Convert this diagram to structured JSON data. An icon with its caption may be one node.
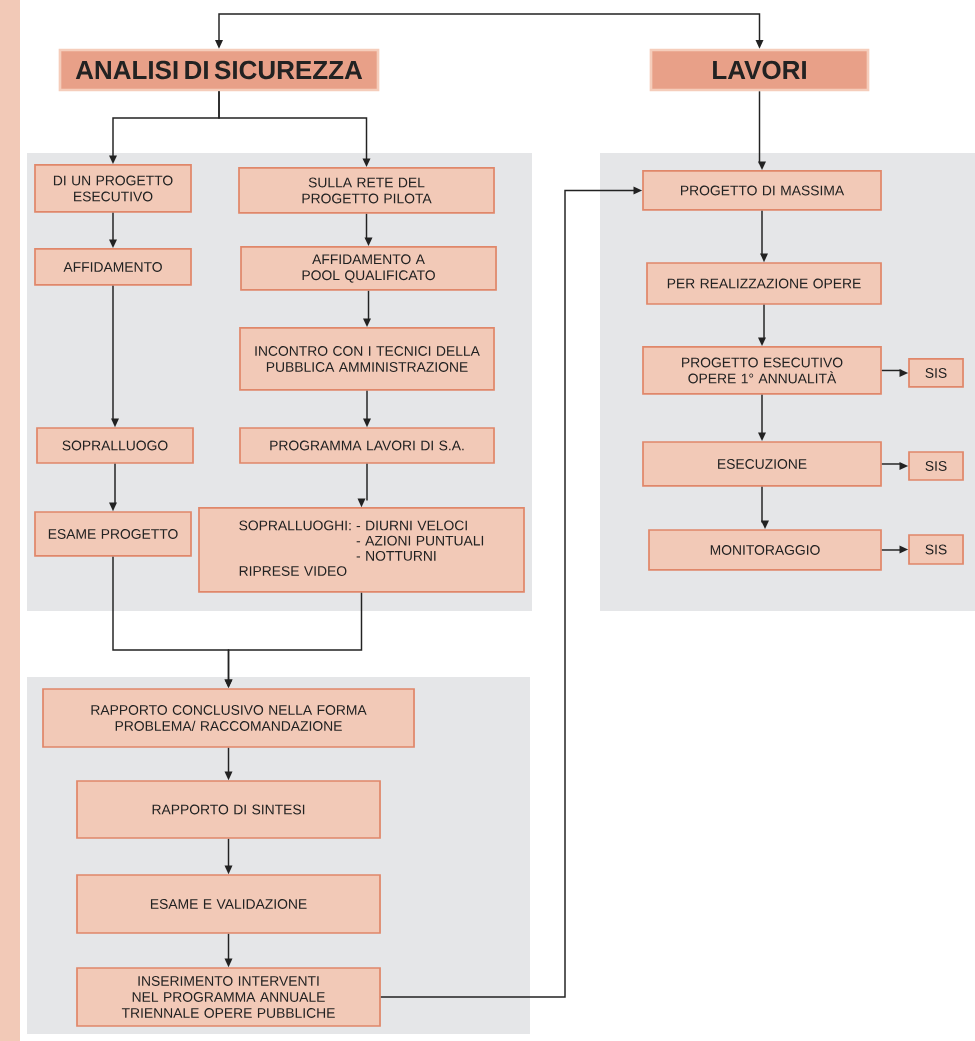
{
  "diagram": {
    "nodes": [
      {
        "text": [
          "ANALISI DI SICUREZZA"
        ]
      },
      {
        "text": [
          "LAVORI"
        ]
      },
      {
        "text": [],
        "shape": "box"
      },
      {
        "text": [
          "DI UN PROGETTO ESECUTIVO"
        ],
        "in": 2
      },
      {
        "text": [
          "SULLA RETE DEL PROGETTO PILOTA"
        ],
        "in": 2
      },
      {
        "text": [
          "AFFIDAMENTO"
        ],
        "in": 2
      },
      {
        "text": [
          "AFFIDAMENTO A POOL QUALIFICATO"
        ],
        "in": 2
      },
      {
        "text": [
          "INCONTRO CON I TECNICI DELLA PUBBLICA AMMINISTRAZIONE"
        ],
        "in": 2
      },
      {
        "text": [
          "SOPRALLUOGO"
        ],
        "in": 2
      },
      {
        "text": [
          "PROGRAMMA LAVORI DI S.A."
        ],
        "in": 2
      },
      {
        "text": [
          "ESAME PROGETTO"
        ],
        "in": 2
      },
      {
        "text": [
          "SOPRALLUOGHI:",
          "- DIURNI VELOCI",
          "- AZIONI PUNTUALI",
          "- NOTTURNI",
          "RIPRESE VIDEO"
        ],
        "in": 2
      },
      {
        "text": [],
        "shape": "box"
      },
      {
        "text": [
          "PROGETTO DI MASSIMA"
        ],
        "in": 12
      },
      {
        "text": [
          "PER REALIZZAZIONE OPERE"
        ],
        "in": 12
      },
      {
        "text": [
          "PROGETTO ESECUTIVO OPERE 1° ANNUALITÀ"
        ],
        "in": 12
      },
      {
        "text": [
          "SIS"
        ],
        "in": 12
      },
      {
        "text": [
          "ESECUZIONE"
        ],
        "in": 12
      },
      {
        "text": [
          "SIS"
        ],
        "in": 12
      },
      {
        "text": [
          "MONITORAGGIO"
        ],
        "in": 12
      },
      {
        "text": [
          "SIS"
        ],
        "in": 12
      },
      {
        "text": [],
        "shape": "box"
      },
      {
        "text": [
          "RAPPORTO CONCLUSIVO NELLA FORMA PROBLEMA/ RACCOMANDAZIONE"
        ],
        "in": 21
      },
      {
        "text": [
          "RAPPORTO DI SINTESI"
        ],
        "in": 21
      },
      {
        "text": [
          "ESAME E VALIDAZIONE"
        ],
        "in": 21
      },
      {
        "text": [
          "INSERIMENTO INTERVENTI NEL PROGRAMMA ANNUALE TRIENNALE OPERE PUBBLICHE"
        ],
        "in": 21
      },
      {
        "text": [],
        "shape": "bar"
      }
    ],
    "edges": [
      {
        "from": 0,
        "to": 1,
        "arrow": "both"
      },
      {
        "from": 0,
        "to": 3,
        "arrow": "to"
      },
      {
        "from": 0,
        "to": 4,
        "arrow": "to"
      },
      {
        "from": 3,
        "to": 5,
        "arrow": "to"
      },
      {
        "from": 5,
        "to": 8,
        "arrow": "to"
      },
      {
        "from": 8,
        "to": 10,
        "arrow": "to"
      },
      {
        "from": 4,
        "to": 6,
        "arrow": "to"
      },
      {
        "from": 6,
        "to": 7,
        "arrow": "to"
      },
      {
        "from": 7,
        "to": 9,
        "arrow": "to"
      },
      {
        "from": 9,
        "to": 11,
        "arrow": "to"
      },
      {
        "from": 10,
        "to": 22,
        "arrow": "to"
      },
      {
        "from": 11,
        "to": 22,
        "arrow": "to"
      },
      {
        "from": 1,
        "to": 13,
        "arrow": "to"
      },
      {
        "from": 13,
        "to": 14,
        "arrow": "to"
      },
      {
        "from": 14,
        "to": 15,
        "arrow": "to"
      },
      {
        "from": 15,
        "to": 16,
        "arrow": "to"
      },
      {
        "from": 15,
        "to": 17,
        "arrow": "to"
      },
      {
        "from": 17,
        "to": 18,
        "arrow": "to"
      },
      {
        "from": 17,
        "to": 19,
        "arrow": "to"
      },
      {
        "from": 19,
        "to": 20,
        "arrow": "to"
      },
      {
        "from": 22,
        "to": 23,
        "arrow": "to"
      },
      {
        "from": 23,
        "to": 24,
        "arrow": "to"
      },
      {
        "from": 24,
        "to": 25,
        "arrow": "to"
      },
      {
        "from": 25,
        "to": 13,
        "arrow": "to"
      }
    ]
  }
}
